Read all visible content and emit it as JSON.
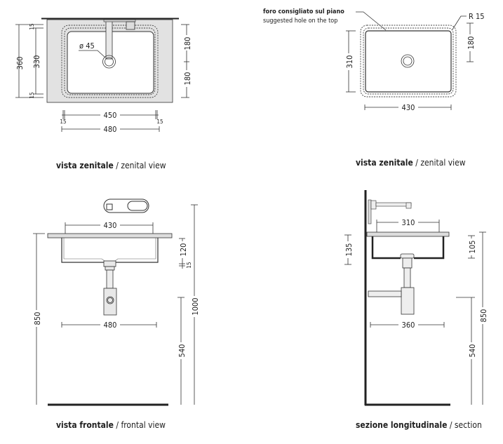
{
  "zenital_top": {
    "diameter_label": "ø 45",
    "dims": {
      "total_depth": "360",
      "inner_depth": "330",
      "top_margin": "15",
      "bottom_margin": "15",
      "upper_half": "180",
      "lower_half": "180",
      "inner_width": "450",
      "total_width": "480",
      "left_margin": "15",
      "right_margin": "15"
    },
    "caption_bold": "vista zenitale",
    "caption_rest": " / zenital view"
  },
  "zenital_hole": {
    "note_it": "foro consigliato sul piano",
    "note_en": "suggested hole on the top",
    "radius_label": "R 15",
    "dims": {
      "depth": "310",
      "half": "180",
      "width": "430"
    },
    "caption_bold": "vista zenitale",
    "caption_rest": " / zenital view"
  },
  "frontal": {
    "dims": {
      "top_width": "430",
      "basin_height": "120",
      "rim": "15",
      "width": "480",
      "counter_height": "850",
      "tap_height": "1000",
      "drain_height": "540"
    },
    "caption_bold": "vista frontale",
    "caption_rest": " / frontal view"
  },
  "section": {
    "dims": {
      "top_width": "310",
      "depth_left": "135",
      "depth_right": "105",
      "width": "360",
      "counter_height": "850",
      "drain_height": "540"
    },
    "caption_bold": "sezione longitudinale",
    "caption_rest": " / section"
  }
}
